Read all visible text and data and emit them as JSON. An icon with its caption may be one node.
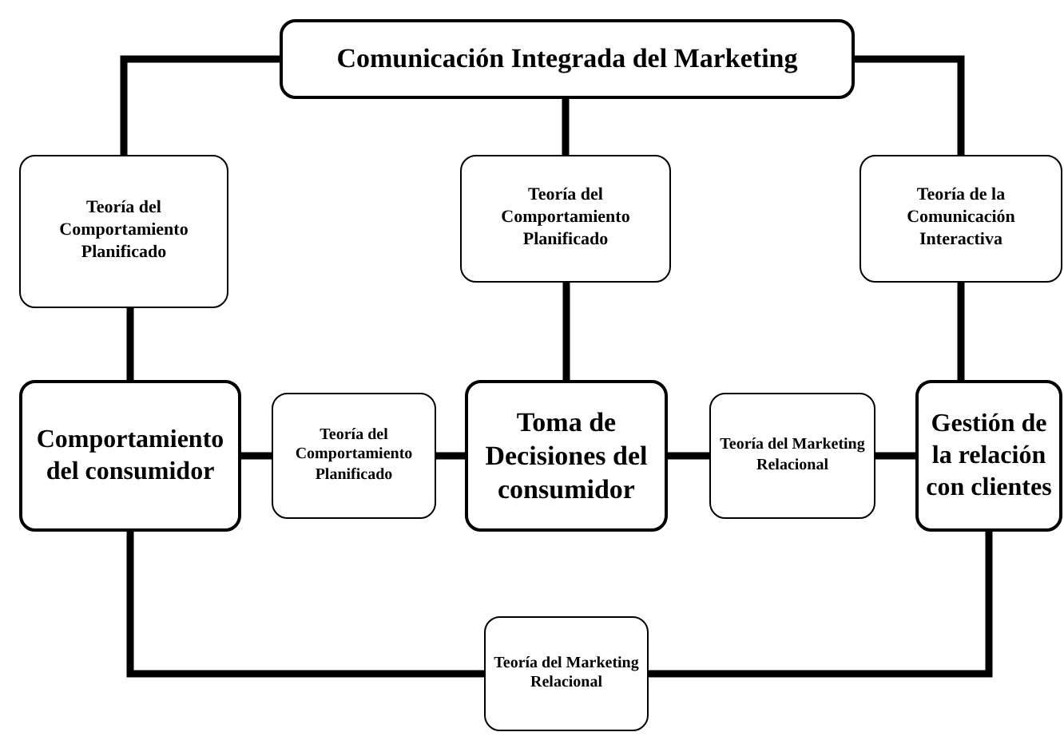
{
  "diagram": {
    "nodes": [
      {
        "text": [
          "Comunicación Integrada del Marketing"
        ]
      },
      {
        "text": [
          "Teoría del Comportamiento Planificado"
        ]
      },
      {
        "text": [
          "Teoría del Comportamiento Planificado"
        ]
      },
      {
        "text": [
          "Teoría de la Comunicación Interactiva"
        ]
      },
      {
        "text": [
          "Comportamiento del consumidor"
        ]
      },
      {
        "text": [
          "Teoría del Comportamiento Planificado"
        ]
      },
      {
        "text": [
          "Toma de Decisiones del consumidor"
        ]
      },
      {
        "text": [
          "Teoría del Marketing Relacional"
        ]
      },
      {
        "text": [
          "Gestión de la relación con clientes"
        ]
      },
      {
        "text": [
          "Teoría del Marketing Relacional"
        ]
      }
    ],
    "edges": [
      {
        "from": 0,
        "to": 1,
        "arrow": "none"
      },
      {
        "from": 1,
        "to": 4,
        "arrow": "none"
      },
      {
        "from": 0,
        "to": 2,
        "arrow": "none"
      },
      {
        "from": 2,
        "to": 6,
        "arrow": "none"
      },
      {
        "from": 0,
        "to": 3,
        "arrow": "none"
      },
      {
        "from": 3,
        "to": 8,
        "arrow": "none"
      },
      {
        "from": 4,
        "to": 5,
        "arrow": "none"
      },
      {
        "from": 5,
        "to": 6,
        "arrow": "none"
      },
      {
        "from": 6,
        "to": 7,
        "arrow": "none"
      },
      {
        "from": 7,
        "to": 8,
        "arrow": "none"
      },
      {
        "from": 4,
        "to": 9,
        "arrow": "none"
      },
      {
        "from": 9,
        "to": 8,
        "arrow": "none"
      }
    ]
  }
}
